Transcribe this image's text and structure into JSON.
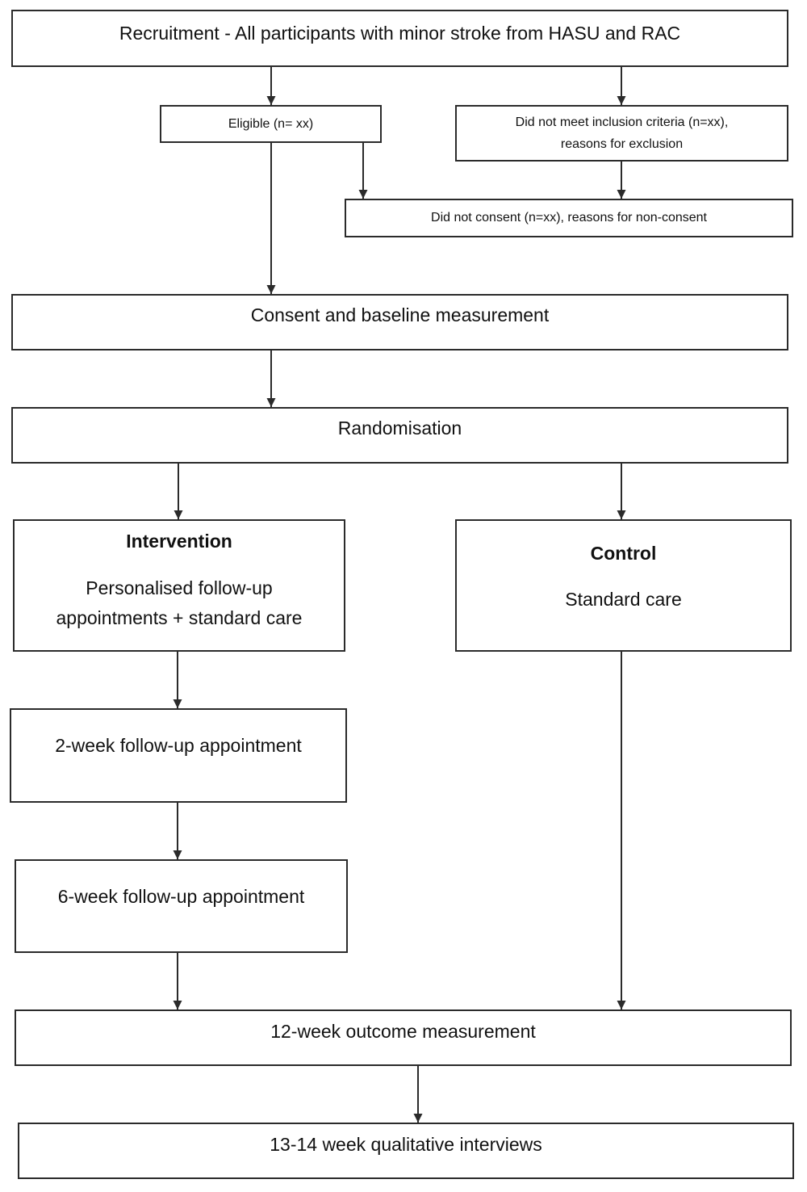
{
  "recruitment": {
    "label": "Recruitment - All participants with minor stroke from HASU and RAC"
  },
  "eligible": {
    "label": "Eligible (n= xx)"
  },
  "not_meet_criteria": {
    "line1": "Did not meet inclusion criteria (n=xx),",
    "line2": "reasons for exclusion"
  },
  "not_consent": {
    "label": "Did not consent (n=xx), reasons for non-consent"
  },
  "consent_baseline": {
    "label": "Consent and baseline measurement"
  },
  "randomisation": {
    "label": "Randomisation"
  },
  "intervention": {
    "title": "Intervention",
    "line1": "Personalised follow-up",
    "line2": "appointments + standard care"
  },
  "control": {
    "title": "Control",
    "line1": "Standard care"
  },
  "two_week": {
    "label": "2-week follow-up appointment"
  },
  "six_week": {
    "label": "6-week follow-up appointment"
  },
  "twelve_week": {
    "label": "12-week outcome measurement"
  },
  "qualitative": {
    "label": "13-14 week qualitative interviews"
  },
  "colors": {
    "stroke": "#2b2b2b",
    "background": "#ffffff",
    "text": "#111111"
  }
}
